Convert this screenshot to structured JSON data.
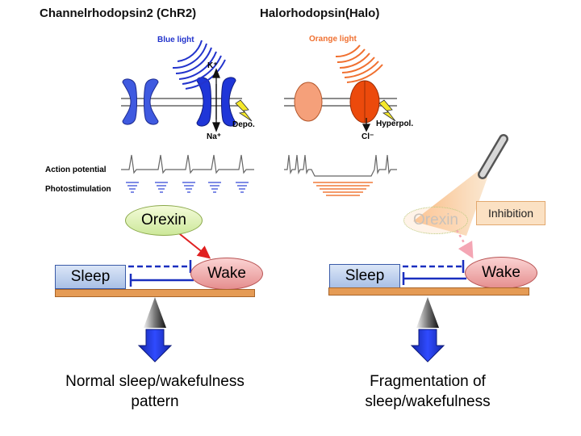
{
  "headers": {
    "chr2": "Channelrhodopsin2 (ChR2)",
    "halo": "Halorhodopsin(Halo)"
  },
  "light_labels": {
    "blue": "Blue light",
    "orange": "Orange light"
  },
  "ion_labels": {
    "k": "K⁺",
    "na": "Na⁺",
    "cl": "Cl⁻",
    "depo": "Depo.",
    "hyperpol": "Hyperpol."
  },
  "trace_labels": {
    "action_potential": "Action potential",
    "photostimulation": "Photostimulation"
  },
  "nodes": {
    "orexin_left": "Orexin",
    "orexin_right": "Orexin",
    "sleep_left": "Sleep",
    "sleep_right": "Sleep",
    "wake_left": "Wake",
    "wake_right": "Wake",
    "inhibition": "Inhibition"
  },
  "captions": {
    "left_line1": "Normal sleep/wakefulness",
    "left_line2": "pattern",
    "right_line1": "Fragmentation of",
    "right_line2": "sleep/wakefulness"
  },
  "colors": {
    "blue_light": "#2233cc",
    "orange_light": "#f07030",
    "inhibit_line": "#1a2fbf",
    "activate_arrow": "#e02020",
    "plank": "#e59b55",
    "down_arrow": "#1a2fe0"
  }
}
